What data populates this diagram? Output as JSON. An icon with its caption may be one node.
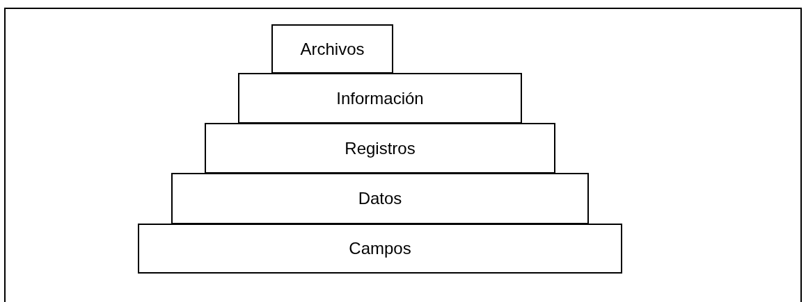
{
  "diagram": {
    "nodes": [
      {
        "text": [
          "Archivos"
        ]
      },
      {
        "text": [
          "Información"
        ]
      },
      {
        "text": [
          "Registros"
        ]
      },
      {
        "text": [
          "Datos"
        ]
      },
      {
        "text": [
          "Campos"
        ]
      }
    ]
  }
}
